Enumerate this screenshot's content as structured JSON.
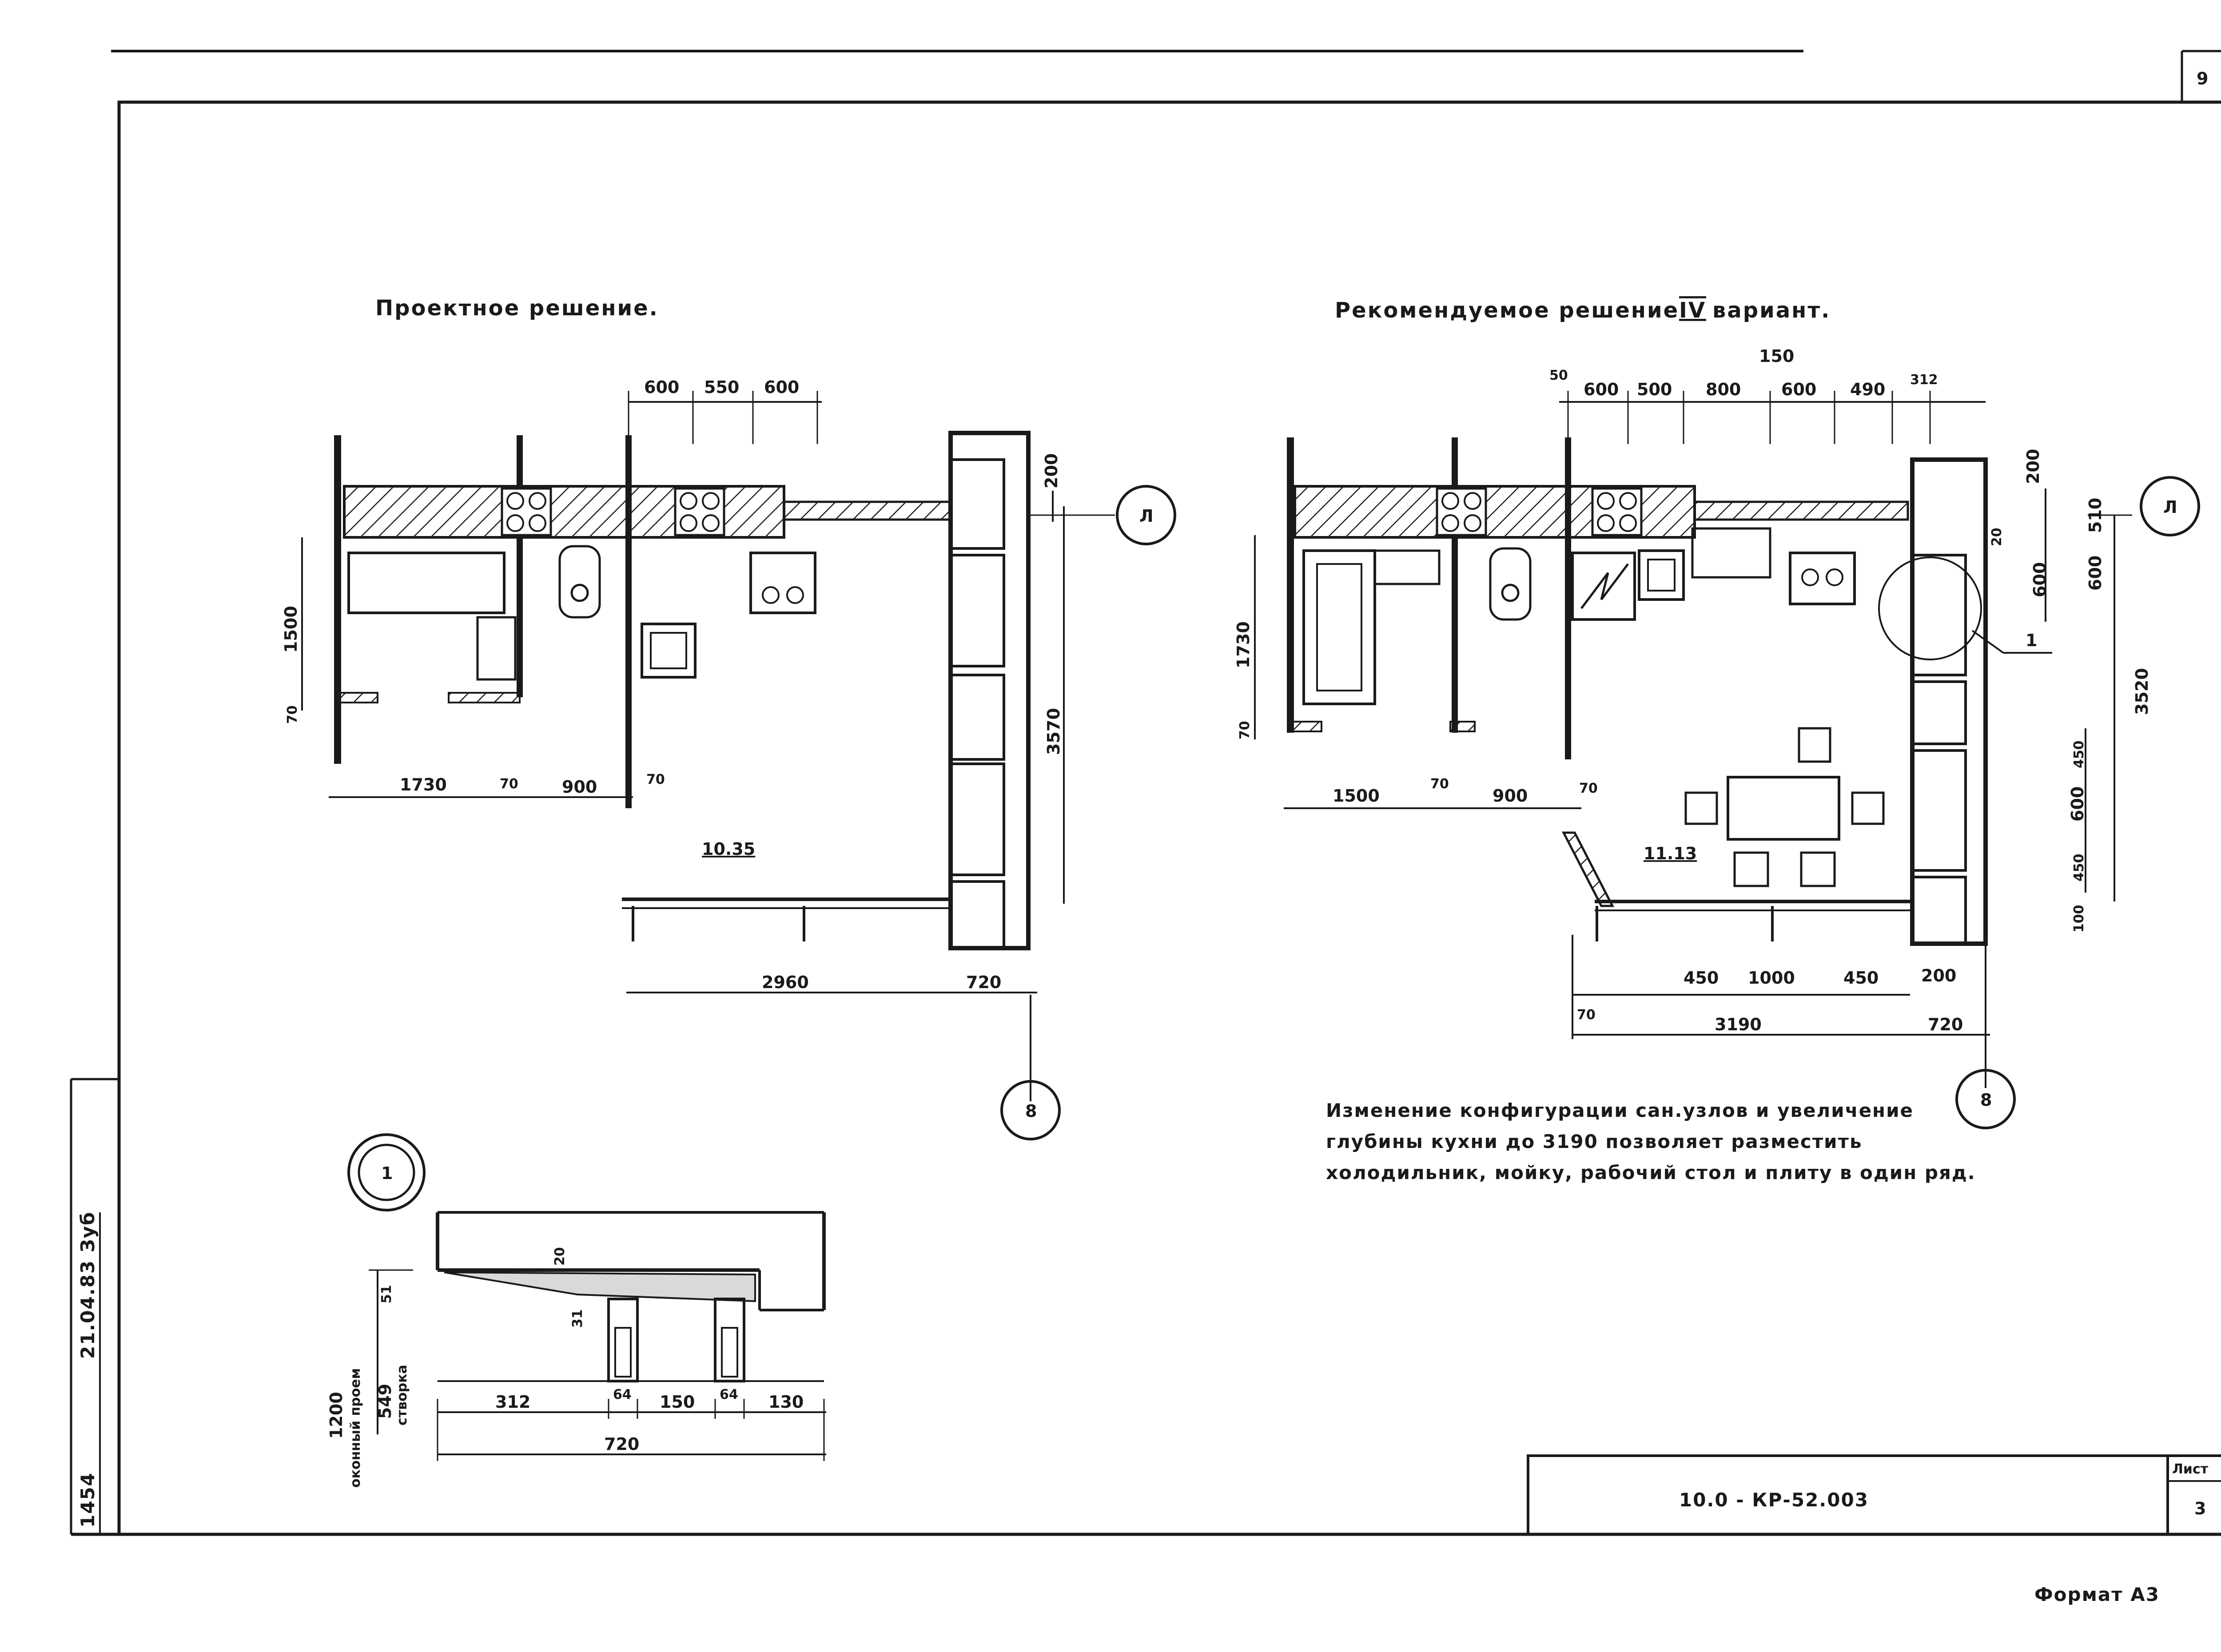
{
  "sheet_number_top": "9",
  "left_plan": {
    "title": "Проектное решение.",
    "top_dims": [
      "600",
      "550",
      "600"
    ],
    "left_dims": [
      "1500",
      "70"
    ],
    "bottom_dims": [
      "1730",
      "70",
      "900",
      "70"
    ],
    "right_dims": [
      "200",
      "3570"
    ],
    "area": "10.35",
    "lower_dims": [
      "2960",
      "720"
    ],
    "axis_row": "Л",
    "axis_col": "8"
  },
  "right_plan": {
    "title": "Рекомендуемое решение.",
    "variant": "IV",
    "variant_word": "вариант.",
    "top_overall": "150",
    "top_dims": [
      "50",
      "600",
      "500",
      "800",
      "600",
      "490",
      "312"
    ],
    "left_dims": [
      "1730",
      "70"
    ],
    "bottom_dims": [
      "1500",
      "70",
      "900",
      "70"
    ],
    "right_dims": [
      "200",
      "510",
      "600",
      "600",
      "20",
      "3520",
      "450",
      "600",
      "450",
      "100"
    ],
    "callout": "1",
    "area": "11.13",
    "lower_dims": [
      "450",
      "1000",
      "450",
      "200",
      "70",
      "3190",
      "720"
    ],
    "axis_row": "Л",
    "axis_col": "8"
  },
  "note": [
    "Изменение конфигурации сан.узлов и увеличение",
    "глубины кухни до 3190 позволяет разместить",
    "холодильник, мойку, рабочий стол и плиту в один ряд."
  ],
  "detail": {
    "marker": "1",
    "vertical_labels": [
      "1200",
      "оконный проем",
      "549",
      "створка"
    ],
    "small_dims": [
      "51",
      "20",
      "31"
    ],
    "bottom_dims": [
      "312",
      "64",
      "150",
      "64",
      "130"
    ],
    "total": "720"
  },
  "side_stamp": [
    "1454",
    "21.04.83 Зуб"
  ],
  "title_block": {
    "code": "10.0 - КР-52.003",
    "sheet_label": "Лист",
    "sheet_value": "3"
  },
  "format_label": "Формат  А3"
}
